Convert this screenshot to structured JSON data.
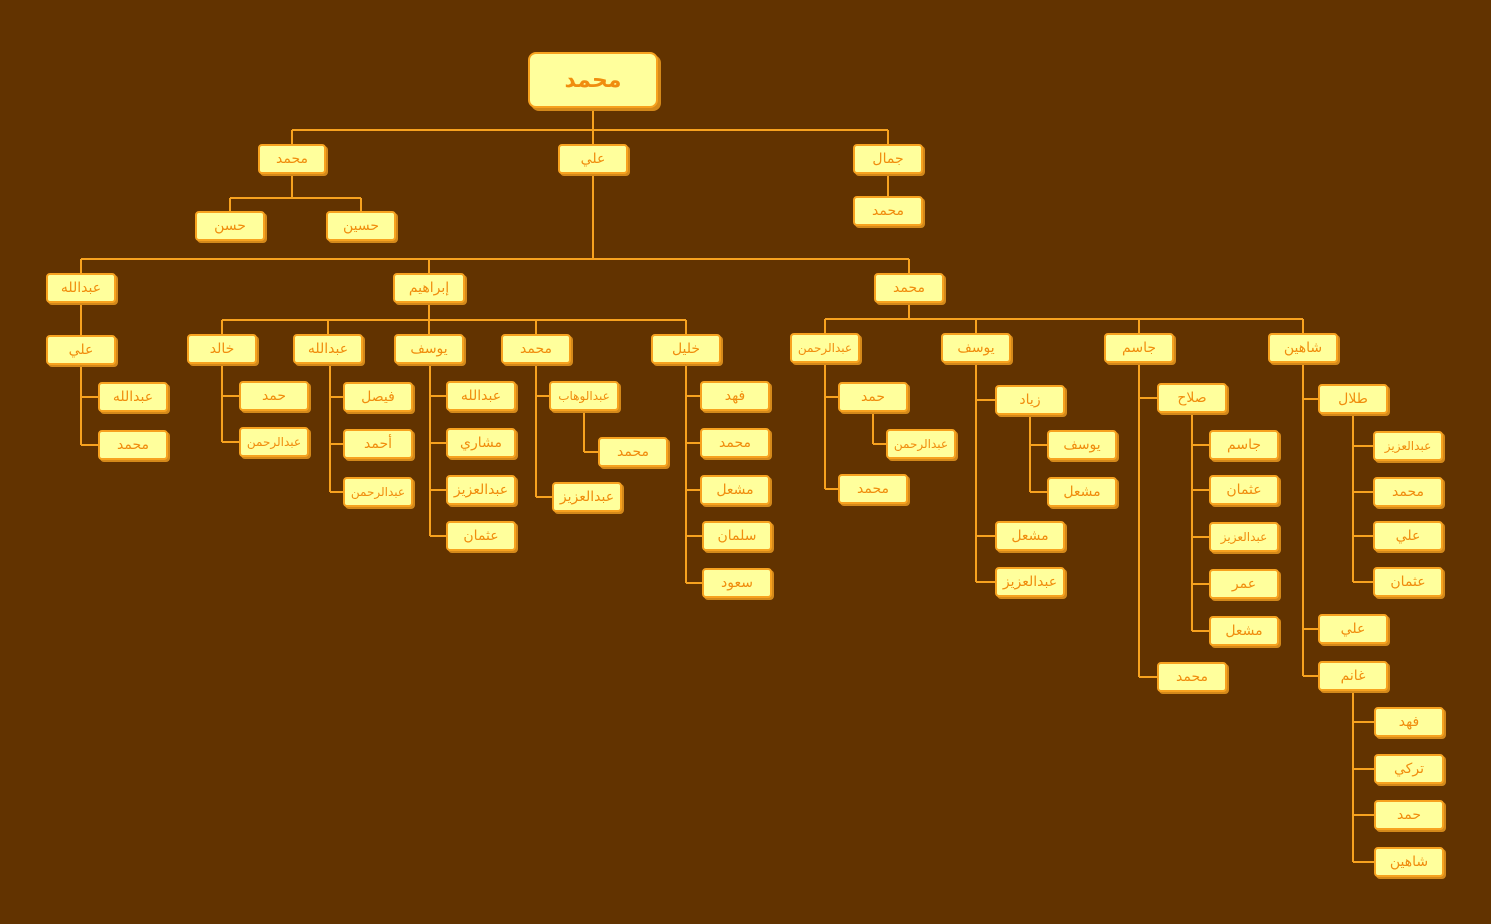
{
  "colors": {
    "background": "#623300",
    "node_fill": "#ffff9c",
    "node_border": "#f7a21f",
    "text": "#f08d0e",
    "line": "#f7a21f"
  },
  "tree": {
    "root": "محمد",
    "b1": "محمد",
    "b1_1": "حسن",
    "b1_2": "حسين",
    "b2": "علي",
    "b3": "جمال",
    "b3_1": "محمد",
    "a": "عبدالله",
    "a1": "علي",
    "a1_1": "عبدالله",
    "a1_2": "محمد",
    "i": "إبراهيم",
    "i1": "خالد",
    "i1_1": "حمد",
    "i1_2": "عبدالرحمن",
    "i2": "عبدالله",
    "i2_1": "فيصل",
    "i2_2": "أحمد",
    "i2_3": "عبدالرحمن",
    "i3": "يوسف",
    "i3_1": "عبدالله",
    "i3_2": "مشاري",
    "i3_3": "عبدالعزيز",
    "i3_4": "عثمان",
    "i4": "محمد",
    "i4_1": "عبدالوهاب",
    "i4_1_1": "محمد",
    "i4_2": "عبدالعزيز",
    "i5": "خليل",
    "i5_1": "فهد",
    "i5_2": "محمد",
    "i5_3": "مشعل",
    "i5_4": "سلمان",
    "i5_5": "سعود",
    "m": "محمد",
    "m1": "عبدالرحمن",
    "m1_1": "حمد",
    "m1_1_1": "عبدالرحمن",
    "m1_2": "محمد",
    "m2": "يوسف",
    "m2_1": "زياد",
    "m2_1_1": "يوسف",
    "m2_1_2": "مشعل",
    "m2_2": "مشعل",
    "m2_3": "عبدالعزيز",
    "m3": "جاسم",
    "m3_1": "صلاح",
    "m3_1_1": "جاسم",
    "m3_1_2": "عثمان",
    "m3_1_3": "عبدالعزيز",
    "m3_1_4": "عمر",
    "m3_1_5": "مشعل",
    "m3_2": "محمد",
    "m4": "شاهين",
    "m4_1": "طلال",
    "m4_1_1": "عبدالعزيز",
    "m4_1_2": "محمد",
    "m4_1_3": "علي",
    "m4_1_4": "عثمان",
    "m4_2": "علي",
    "m4_3": "غانم",
    "m4_3_1": "فهد",
    "m4_3_2": "تركي",
    "m4_3_3": "حمد",
    "m4_3_4": "شاهين"
  }
}
